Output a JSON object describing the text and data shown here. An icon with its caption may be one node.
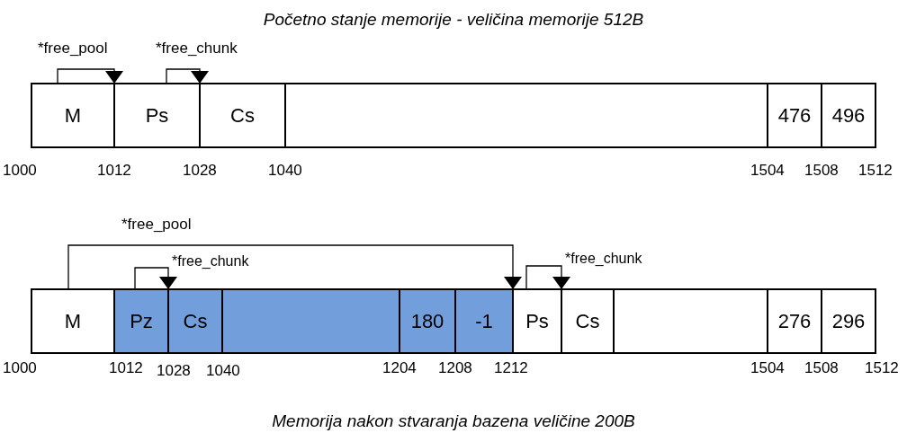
{
  "diagram": {
    "title": "Početno stanje memorije - veličina memorije 512B",
    "caption": "Memorija nakon stvaranja bazena veličine 200B",
    "nodes": [
      {
        "text": [
          "M"
        ]
      },
      {
        "text": [
          "Ps"
        ]
      },
      {
        "text": [
          "Cs"
        ]
      },
      {
        "text": [],
        "shape": "box"
      },
      {
        "text": [
          "476"
        ]
      },
      {
        "text": [
          "496"
        ]
      },
      {
        "text": [
          "M"
        ]
      },
      {
        "text": [
          "Pz"
        ]
      },
      {
        "text": [
          "Cs"
        ]
      },
      {
        "text": [],
        "shape": "box"
      },
      {
        "text": [
          "180"
        ]
      },
      {
        "text": [
          "-1"
        ]
      },
      {
        "text": [
          "Ps"
        ]
      },
      {
        "text": [
          "Cs"
        ]
      },
      {
        "text": [],
        "shape": "box"
      },
      {
        "text": [
          "276"
        ]
      },
      {
        "text": [
          "296"
        ]
      }
    ],
    "edges": [
      {
        "from": 0,
        "to": 1,
        "arrow": "to",
        "label": "*free_pool"
      },
      {
        "from": 1,
        "to": 2,
        "arrow": "to",
        "label": "*free_chunk"
      },
      {
        "from": 6,
        "to": 12,
        "arrow": "to",
        "label": "*free_pool"
      },
      {
        "from": 7,
        "to": 8,
        "arrow": "to",
        "label": "*free_chunk"
      },
      {
        "from": 12,
        "to": 13,
        "arrow": "to",
        "label": "*free_chunk"
      }
    ],
    "labels": [
      "1000",
      "1012",
      "1028",
      "1040",
      "1504",
      "1508",
      "1512",
      "1000",
      "1012",
      "1028",
      "1040",
      "1204",
      "1208",
      "1212",
      "1504",
      "1508",
      "1512"
    ]
  }
}
